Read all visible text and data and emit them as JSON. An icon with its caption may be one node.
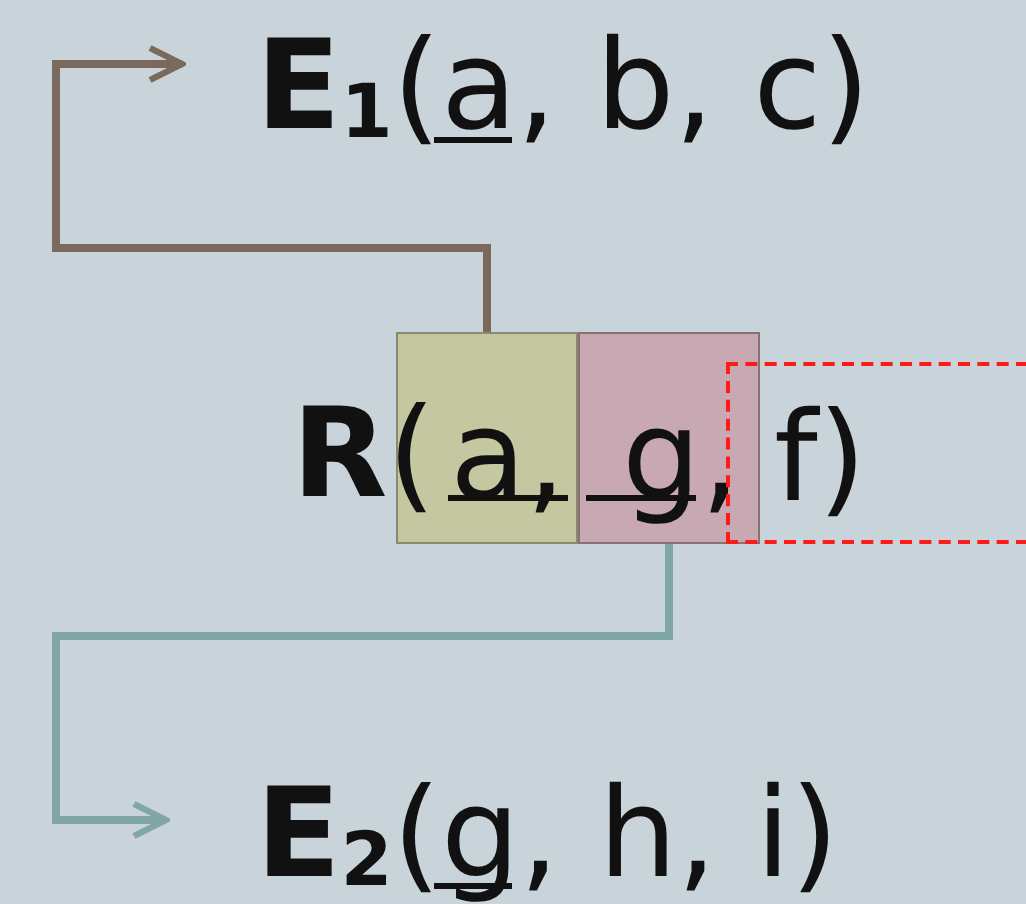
{
  "diagram": {
    "nodes": [
      {
        "text": [
          "**E**$_{1}$(a, b, c)"
        ]
      },
      {
        "text": [
          "a,"
        ]
      },
      {
        "text": [
          "g,"
        ]
      },
      {
        "text": [
          "f)"
        ]
      },
      {
        "text": [
          "**E**$_{2}$(g, h, i)"
        ]
      }
    ],
    "edges": [
      {
        "from": 1,
        "to": 0,
        "arrow": "to",
        "color": "#7a6a5e"
      },
      {
        "from": 2,
        "to": 4,
        "arrow": "to",
        "color": "#7fa6a4"
      }
    ],
    "labels": [
      "**R**("
    ]
  }
}
